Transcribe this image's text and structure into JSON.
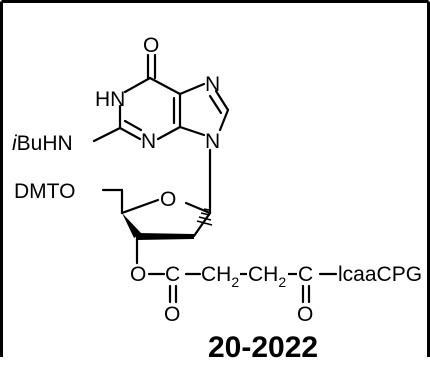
{
  "molecule": {
    "guanine": {
      "carbonyl_o": "O",
      "n7": "N",
      "n1h": "HN",
      "n3": "N",
      "n9": "N",
      "amide_n": "iBuHN",
      "amide_prefix": "i",
      "amide_rest": "BuHN"
    },
    "sugar": {
      "ring_o": "O",
      "dmt_label": "DMTO"
    },
    "linker": {
      "ester_o": "O",
      "c1": "C",
      "c1_o": "O",
      "ch2_a": "CH",
      "ch2_a_sub": "2",
      "ch2_b": "CH",
      "ch2_b_sub": "2",
      "c2": "C",
      "c2_o": "O",
      "support": "lcaaCPG"
    }
  },
  "product_code": "20-2022"
}
